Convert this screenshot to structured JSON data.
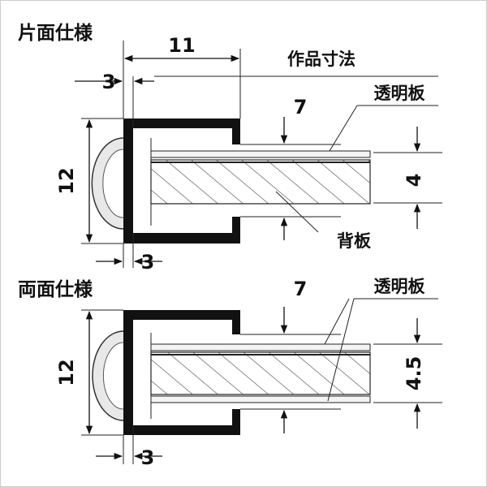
{
  "single_sided": {
    "heading": "片面仕様",
    "dim_top": "11",
    "dim_left": "3",
    "dim_lip": "7",
    "dim_height": "12",
    "dim_thickness": "4",
    "dim_bottom": "3",
    "label_artwork": "作品寸法",
    "label_acrylic": "透明板",
    "label_backboard": "背板"
  },
  "double_sided": {
    "heading": "両面仕様",
    "dim_lip": "7",
    "dim_height": "12",
    "dim_thickness": "4.5",
    "dim_bottom": "3",
    "label_acrylic": "透明板"
  },
  "colors": {
    "frame": "#111111",
    "hatch": "#444444",
    "bg": "#ffffff"
  }
}
